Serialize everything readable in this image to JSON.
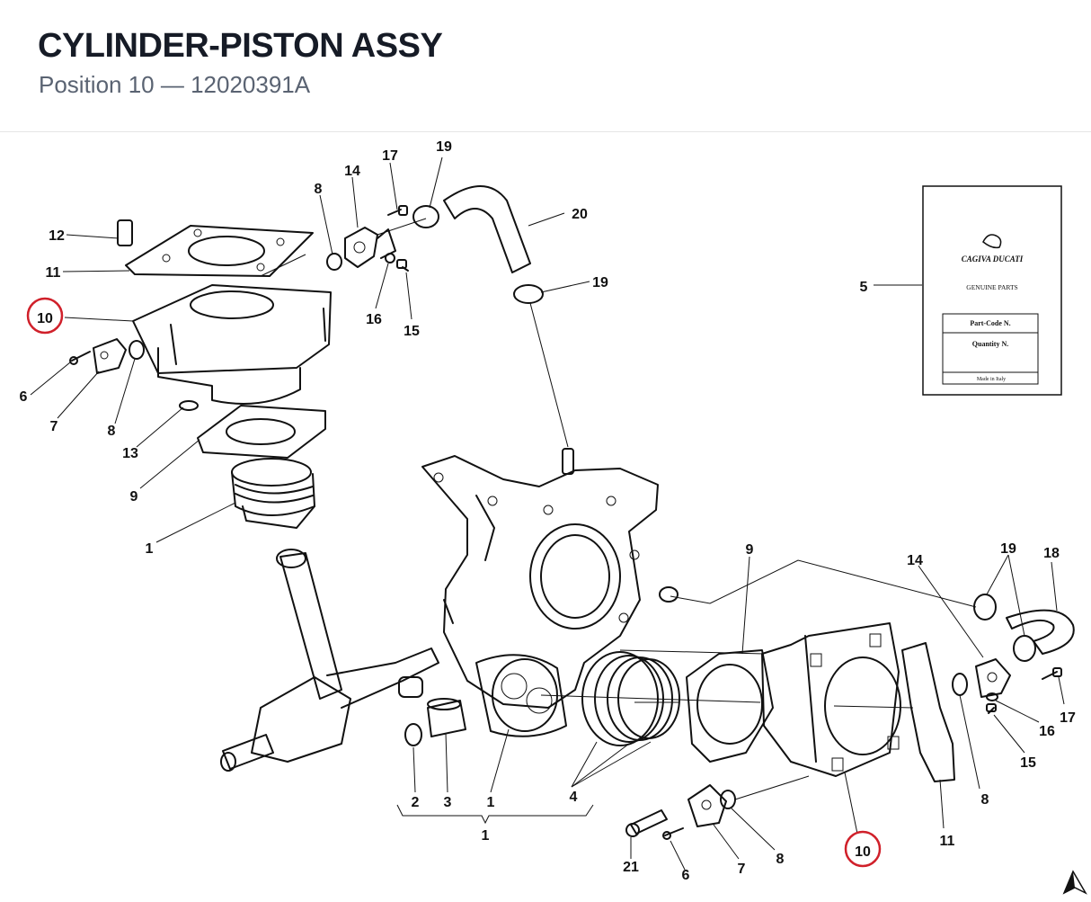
{
  "header": {
    "title": "CYLINDER-PISTON ASSY",
    "subtitle": "Position 10 — 12020391A"
  },
  "document": {
    "brand": "CAGIVA DUCATI",
    "genuine": "GENUINE PARTS",
    "part_code": "Part-Code N.",
    "quantity": "Quantity N.",
    "made_in": "Made in Italy"
  },
  "labels": {
    "upper": {
      "l12": "12",
      "l11": "11",
      "l10": "10",
      "l6": "6",
      "l7": "7",
      "l8a": "8",
      "l13": "13",
      "l9": "9",
      "l1": "1",
      "l8b": "8",
      "l14": "14",
      "l17": "17",
      "l19a": "19",
      "l20": "20",
      "l19b": "19",
      "l16": "16",
      "l15": "15",
      "l5": "5"
    },
    "lower": {
      "l9": "9",
      "l14": "14",
      "l19": "19",
      "l18": "18",
      "l17": "17",
      "l16": "16",
      "l15": "15",
      "l8a": "8",
      "l11": "11",
      "l8b": "8",
      "l7": "7",
      "l6": "6",
      "l21": "21",
      "l10": "10",
      "l2": "2",
      "l3": "3",
      "l1a": "1",
      "l4": "4",
      "l1b": "1"
    }
  },
  "highlight": {
    "color": "#d0202a",
    "position": "10"
  },
  "icons": {
    "corner": "north-arrow-icon"
  }
}
